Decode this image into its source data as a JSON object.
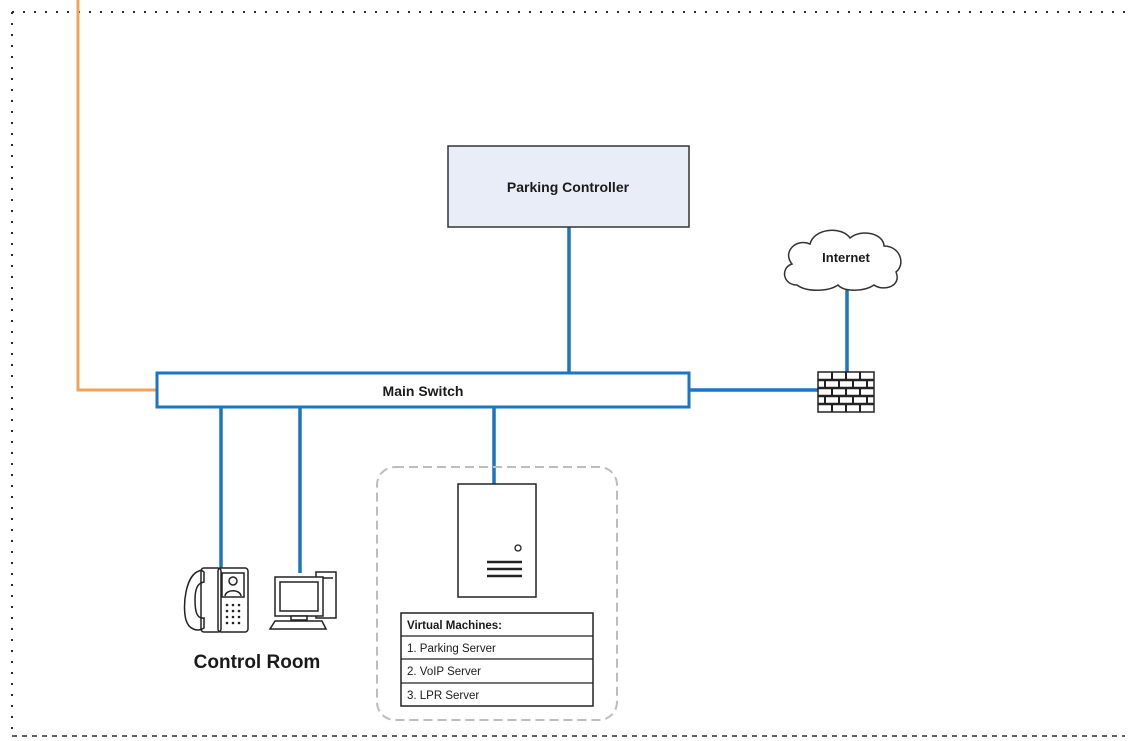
{
  "diagram": {
    "parking_controller": {
      "label": "Parking Controller",
      "fill": "#e9edf7"
    },
    "internet": {
      "label": "Internet"
    },
    "main_switch": {
      "label": "Main Switch"
    },
    "control_room": {
      "label": "Control Room"
    },
    "virtual_machines": {
      "header": "Virtual Machines:",
      "items": [
        "1. Parking Server",
        "2. VoIP Server",
        "3. LPR Server"
      ]
    },
    "colors": {
      "link": "#1b75c1",
      "uplink": "#f0a35c",
      "boundary": "#2b2b2b",
      "vm_group_border": "#bdbdbd"
    }
  }
}
